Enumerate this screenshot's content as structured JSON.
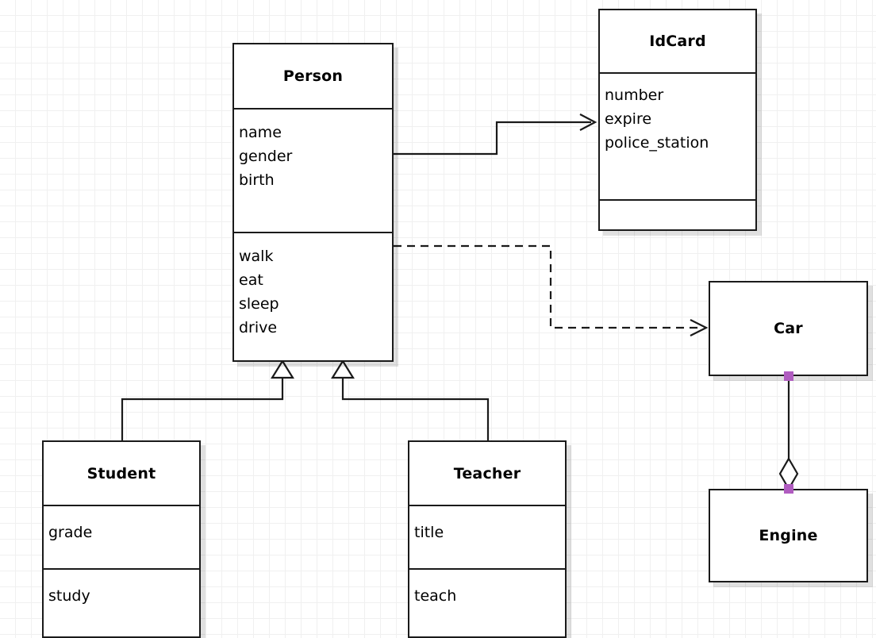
{
  "diagram": {
    "type": "uml-class-diagram",
    "background": "#ffffff",
    "grid_color": "#f0f0f0",
    "line_color": "#1a1a1a",
    "handle_color": "#b05cc0"
  },
  "classes": {
    "person": {
      "name": "Person",
      "attributes": [
        "name",
        "gender",
        "birth"
      ],
      "operations": [
        "walk",
        "eat",
        "sleep",
        "drive"
      ]
    },
    "idcard": {
      "name": "IdCard",
      "attributes": [
        "number",
        "expire",
        "police_station"
      ],
      "operations": []
    },
    "student": {
      "name": "Student",
      "attributes": [
        "grade"
      ],
      "operations": [
        "study"
      ]
    },
    "teacher": {
      "name": "Teacher",
      "attributes": [
        "title"
      ],
      "operations": [
        "teach"
      ]
    },
    "car": {
      "name": "Car",
      "attributes": [],
      "operations": []
    },
    "engine": {
      "name": "Engine",
      "attributes": [],
      "operations": []
    }
  },
  "relationships": [
    {
      "id": "person-idcard",
      "kind": "association",
      "from": "Person",
      "to": "IdCard",
      "style": "solid",
      "arrowhead": "open"
    },
    {
      "id": "person-car",
      "kind": "dependency",
      "from": "Person",
      "to": "Car",
      "style": "dashed",
      "arrowhead": "open"
    },
    {
      "id": "student-person",
      "kind": "generalization",
      "from": "Student",
      "to": "Person",
      "style": "solid",
      "arrowhead": "hollow-triangle"
    },
    {
      "id": "teacher-person",
      "kind": "generalization",
      "from": "Teacher",
      "to": "Person",
      "style": "solid",
      "arrowhead": "hollow-triangle"
    },
    {
      "id": "car-engine",
      "kind": "aggregation",
      "from": "Car",
      "to": "Engine",
      "style": "solid",
      "arrowhead": "hollow-diamond"
    }
  ]
}
